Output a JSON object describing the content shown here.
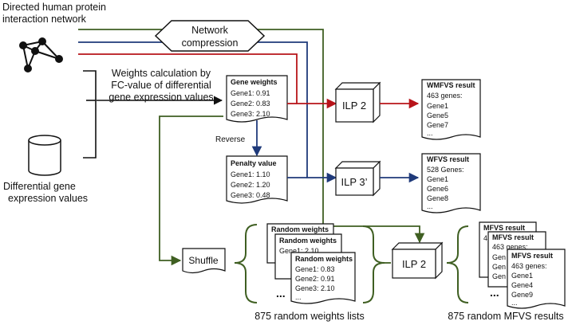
{
  "inputs": {
    "network_label": [
      "Directed human protein",
      "interaction network"
    ],
    "expression_label": [
      "Differential gene",
      "expression values"
    ]
  },
  "steps": {
    "compression": [
      "Network",
      "compression"
    ],
    "weights_calc": [
      "Weights calculation by",
      "FC-value of differential",
      "gene expression values"
    ],
    "reverse": "Reverse",
    "shuffle": "Shuffle"
  },
  "gene_weights": {
    "title": "Gene weights",
    "lines": [
      "Gene1: 0.91",
      "Gene2: 0.83",
      "Gene3: 2.10"
    ]
  },
  "penalty_value": {
    "title": "Penalty value",
    "lines": [
      "Gene1: 1.10",
      "Gene2: 1.20",
      "Gene3: 0.48"
    ]
  },
  "random_weights": [
    {
      "title": "Random weights",
      "lines": []
    },
    {
      "title": "Random weights",
      "lines": [
        "Gene1: 2.10"
      ]
    },
    {
      "title": "Random weights",
      "lines": [
        "Gene1: 0.83",
        "Gene2: 0.91",
        "Gene3: 2.10",
        "..."
      ]
    }
  ],
  "solvers": {
    "ilp_top": "ILP 2",
    "ilp_mid": "ILP 3’",
    "ilp_bottom": "ILP 2"
  },
  "results": {
    "wmfvs": {
      "title": "WMFVS result",
      "lines": [
        "463 genes:",
        "Gene1",
        "Gene5",
        "Gene7",
        "..."
      ]
    },
    "wfvs": {
      "title": "WFVS result",
      "lines": [
        "528 Genes:",
        "Gene1",
        "Gene6",
        "Gene8",
        "..."
      ]
    },
    "mfvs_stack": [
      {
        "title": "MFVS result",
        "lines": [
          "4"
        ]
      },
      {
        "title": "MFVS result",
        "lines": [
          "463 genes:"
        ]
      },
      {
        "title": "MFVS result",
        "lines": [
          "463 genes:",
          "Gene1",
          "Gene4",
          "Gene9",
          "..."
        ]
      }
    ],
    "mfvs_peek": [
      "Gen",
      "Gen",
      "Gen"
    ]
  },
  "captions": {
    "random_lists": "875 random weights lists",
    "random_results": "875 random MFVS results",
    "ellipsis": "..."
  },
  "colors": {
    "red": "#b8141a",
    "blue": "#1f3a7a",
    "green": "#3f5f22",
    "black": "#111111"
  }
}
